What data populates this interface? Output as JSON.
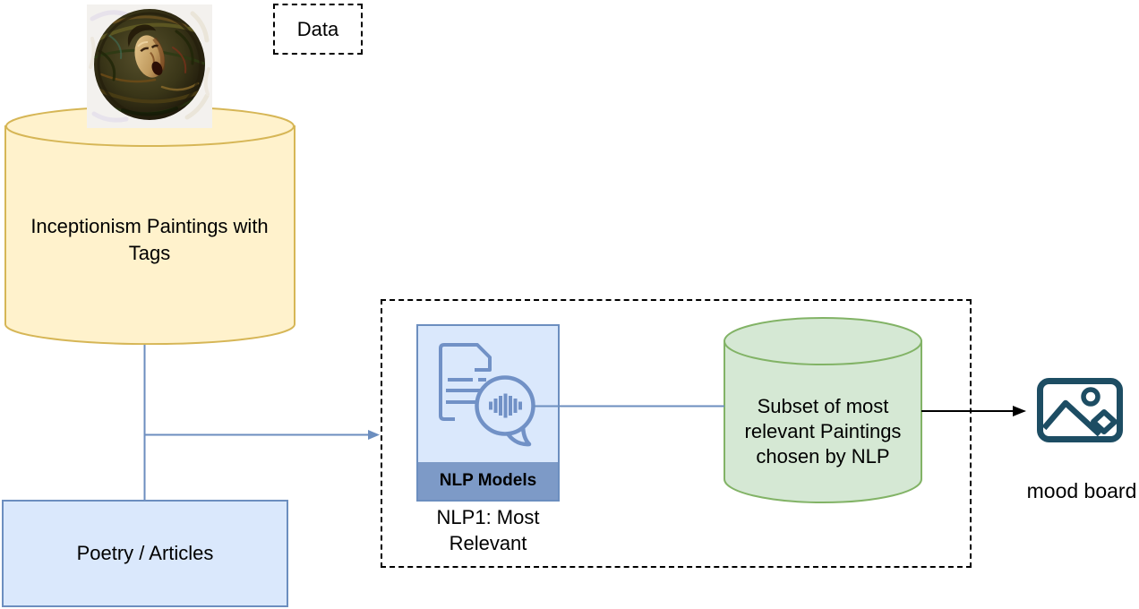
{
  "diagram": {
    "data_tag": {
      "label": "Data"
    },
    "paintings_db": {
      "label": "Inceptionism Paintings with Tags"
    },
    "poetry_box": {
      "label": "Poetry / Articles"
    },
    "nlp_card": {
      "banner_label": "NLP Models",
      "caption": "NLP1: Most Relevant"
    },
    "subset_db": {
      "label": "Subset of most relevant Paintings chosen by NLP"
    },
    "mood_board": {
      "label": "mood board"
    },
    "icons": {
      "painting": "inceptionism-painting-thumbnail",
      "nlp": "document-with-speech-bubble-audio-icon",
      "mood": "image-photo-icon"
    },
    "colors": {
      "yellow_fill": "#FFF2CC",
      "yellow_stroke": "#D6B656",
      "blue_fill": "#DAE8FC",
      "blue_stroke": "#6C8EBF",
      "green_fill": "#D5E8D4",
      "green_stroke": "#82B366",
      "banner_fill": "#7D9AC7",
      "icon_stroke": "#7191C6",
      "connector_blue": "#6C8EBF",
      "connector_black": "#000000",
      "mood_icon": "#1D4D63",
      "dashed_border": "#000000"
    }
  }
}
